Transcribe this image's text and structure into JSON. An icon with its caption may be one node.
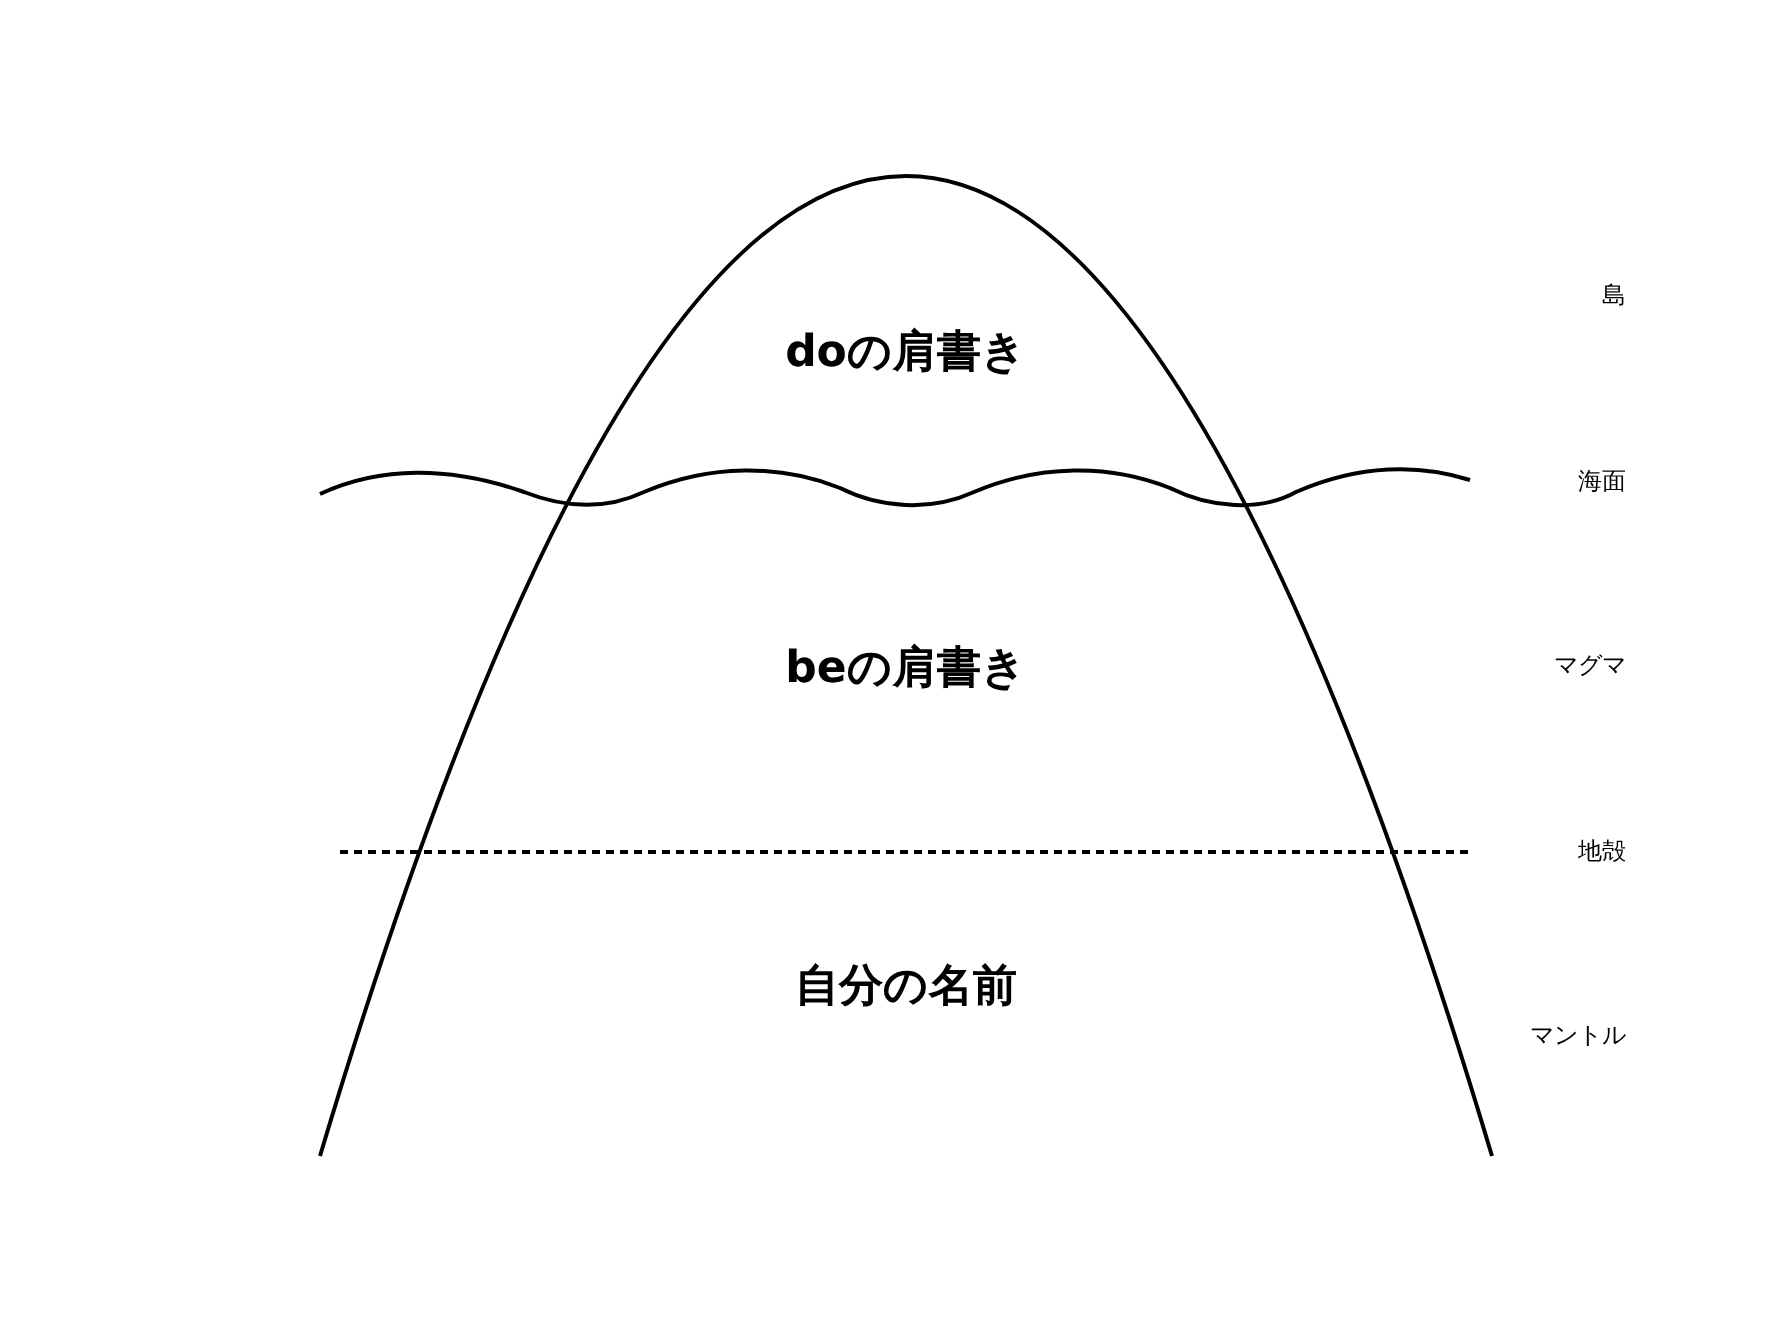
{
  "diagram": {
    "labels": [
      "doの肩書き",
      "島",
      "海面",
      "beの肩書き",
      "マグマ",
      "地殻",
      "自分の名前",
      "マントル"
    ]
  }
}
